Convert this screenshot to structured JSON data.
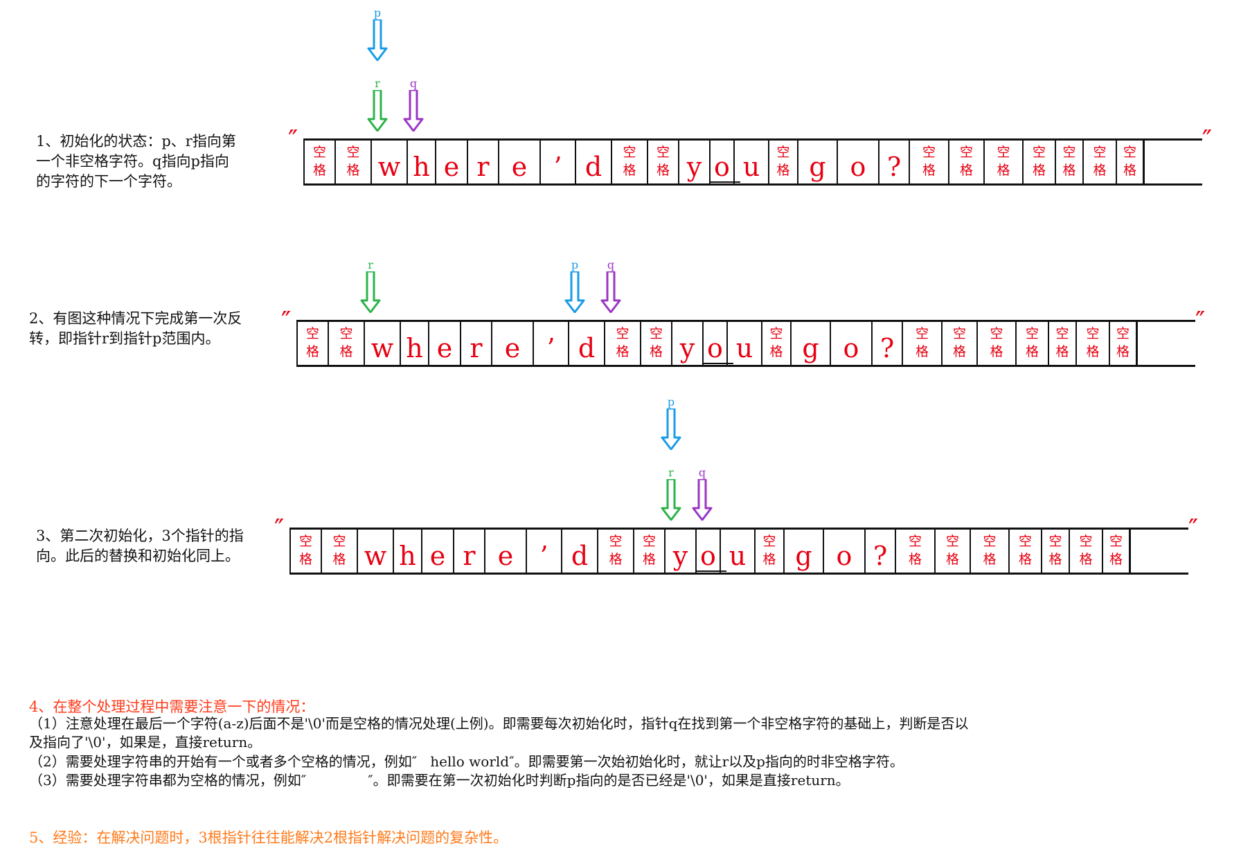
{
  "colors": {
    "char": "#e60012",
    "p": "#1a9be8",
    "r": "#2bb34a",
    "q": "#9a36c4",
    "notes_title": "#ff3a1a",
    "lesson": "#ff7a1a"
  },
  "cells": [
    {
      "space": "空\n格"
    },
    {
      "space": "空\n格"
    },
    {
      "ch": "w"
    },
    {
      "ch": "h"
    },
    {
      "ch": "e"
    },
    {
      "ch": "r"
    },
    {
      "ch": "e"
    },
    {
      "ch": "’"
    },
    {
      "ch": "d"
    },
    {
      "space": "空\n格"
    },
    {
      "space": "空\n格"
    },
    {
      "ch": "y"
    },
    {
      "ch": "o"
    },
    {
      "ch": "u"
    },
    {
      "space": "空\n格"
    },
    {
      "ch": "g"
    },
    {
      "ch": "o"
    },
    {
      "ch": "?"
    },
    {
      "space": "空\n格"
    },
    {
      "space": "空\n格"
    },
    {
      "space": "空\n格"
    },
    {
      "space": "空\n格"
    },
    {
      "space": "空\n格"
    },
    {
      "space": "空\n格"
    },
    {
      "space": "空\n格"
    }
  ],
  "quote_mark": "″",
  "steps": [
    {
      "desc": "1、初始化的状态：p、r指向第\n一个非空格字符。q指向p指向\n的字符的下一个字符。",
      "pointers": [
        {
          "name": "p",
          "cell": 2,
          "level": "high"
        },
        {
          "name": "r",
          "cell": 2,
          "level": "low"
        },
        {
          "name": "q",
          "cell": 3,
          "level": "low"
        }
      ]
    },
    {
      "desc": "2、有图这种情况下完成第一次反\n转，即指针r到指针p范围内。",
      "pointers": [
        {
          "name": "r",
          "cell": 2,
          "level": "low"
        },
        {
          "name": "p",
          "cell": 8,
          "level": "low"
        },
        {
          "name": "q",
          "cell": 9,
          "level": "low"
        }
      ]
    },
    {
      "desc": "3、第二次初始化，3个指针的指\n向。此后的替换和初始化同上。",
      "pointers": [
        {
          "name": "p",
          "cell": 11,
          "level": "high"
        },
        {
          "name": "r",
          "cell": 11,
          "level": "low"
        },
        {
          "name": "q",
          "cell": 12,
          "level": "low"
        }
      ]
    }
  ],
  "notes": {
    "title": "4、在整个处理过程中需要注意一下的情况：",
    "lines": [
      "（1）注意处理在最后一个字符(a-z)后面不是'\\0'而是空格的情况处理(上例)。即需要每次初始化时，指针q在找到第一个非空格字符的基础上，判断是否以",
      "及指向了'\\0'，如果是，直接return。",
      "（2）需要处理字符串的开始有一个或者多个空格的情况，例如″   hello world″。即需要第一次始初始化时，就让r以及p指向的时非空格字符。",
      "（3）需要处理字符串都为空格的情况，例如″              ″。即需要在第一次初始化时判断p指向的是否已经是'\\0'，如果是直接return。"
    ]
  },
  "lesson": "5、经验：在解决问题时，3根指针往往能解决2根指针解决问题的复杂性。"
}
